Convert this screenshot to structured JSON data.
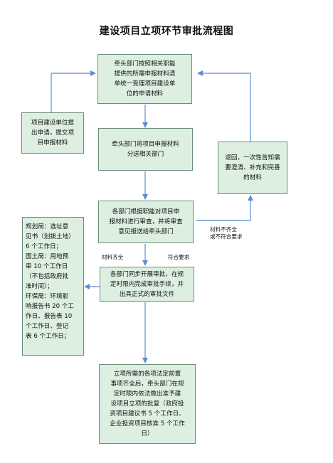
{
  "title": "建设项目立项环节审批流程图",
  "nodes": {
    "lead_receive": "牵头部门按照相关职能\n提供的所需申报材料清\n单统一受理项目建设单\n位的申请材料",
    "applicant": "项目建设单位提\n出申请，提交项\n目申报材料",
    "distribute": "牵头部门将项目申报材料\n分送相关部门",
    "notify": "退回，一次性告知需\n要澄清、补充和完善\n的材料",
    "review": "各部门根据职能对项目申\n报材料进行审查，并将审查\n意见报送给牵头部门",
    "dept_times": "规划局：选址意\n见书（划拨土地）\n6 个工作日；\n国土局：用地预\n审 10 个工作日\n（不包括政府批\n准时间）；\n环保局：环境影\n响报告书 20 个工\n作日、报告表 10\n个工作日、登记\n表 6 个工作日；",
    "parallel": "各部门同步开展审批，在规\n定时限内完成审批手续，并\n出具正式的审批文件",
    "final": "立项所需的各项法定前置\n事项齐全后，牵头部门在规\n定时限内依法做出准予建\n设项目立项的批复（政府投\n资项目建议书 5 个工作日、\n企业投资项目核准 5 个工作\n日）"
  },
  "labels": {
    "incomplete": "材料不齐全\n或不符合要求",
    "complete": "材料齐全",
    "meets": "符合要求"
  },
  "colors": {
    "box_fill": "#dcefe1",
    "box_border": "#6b8c77",
    "arrow": "#5b8ed1"
  }
}
